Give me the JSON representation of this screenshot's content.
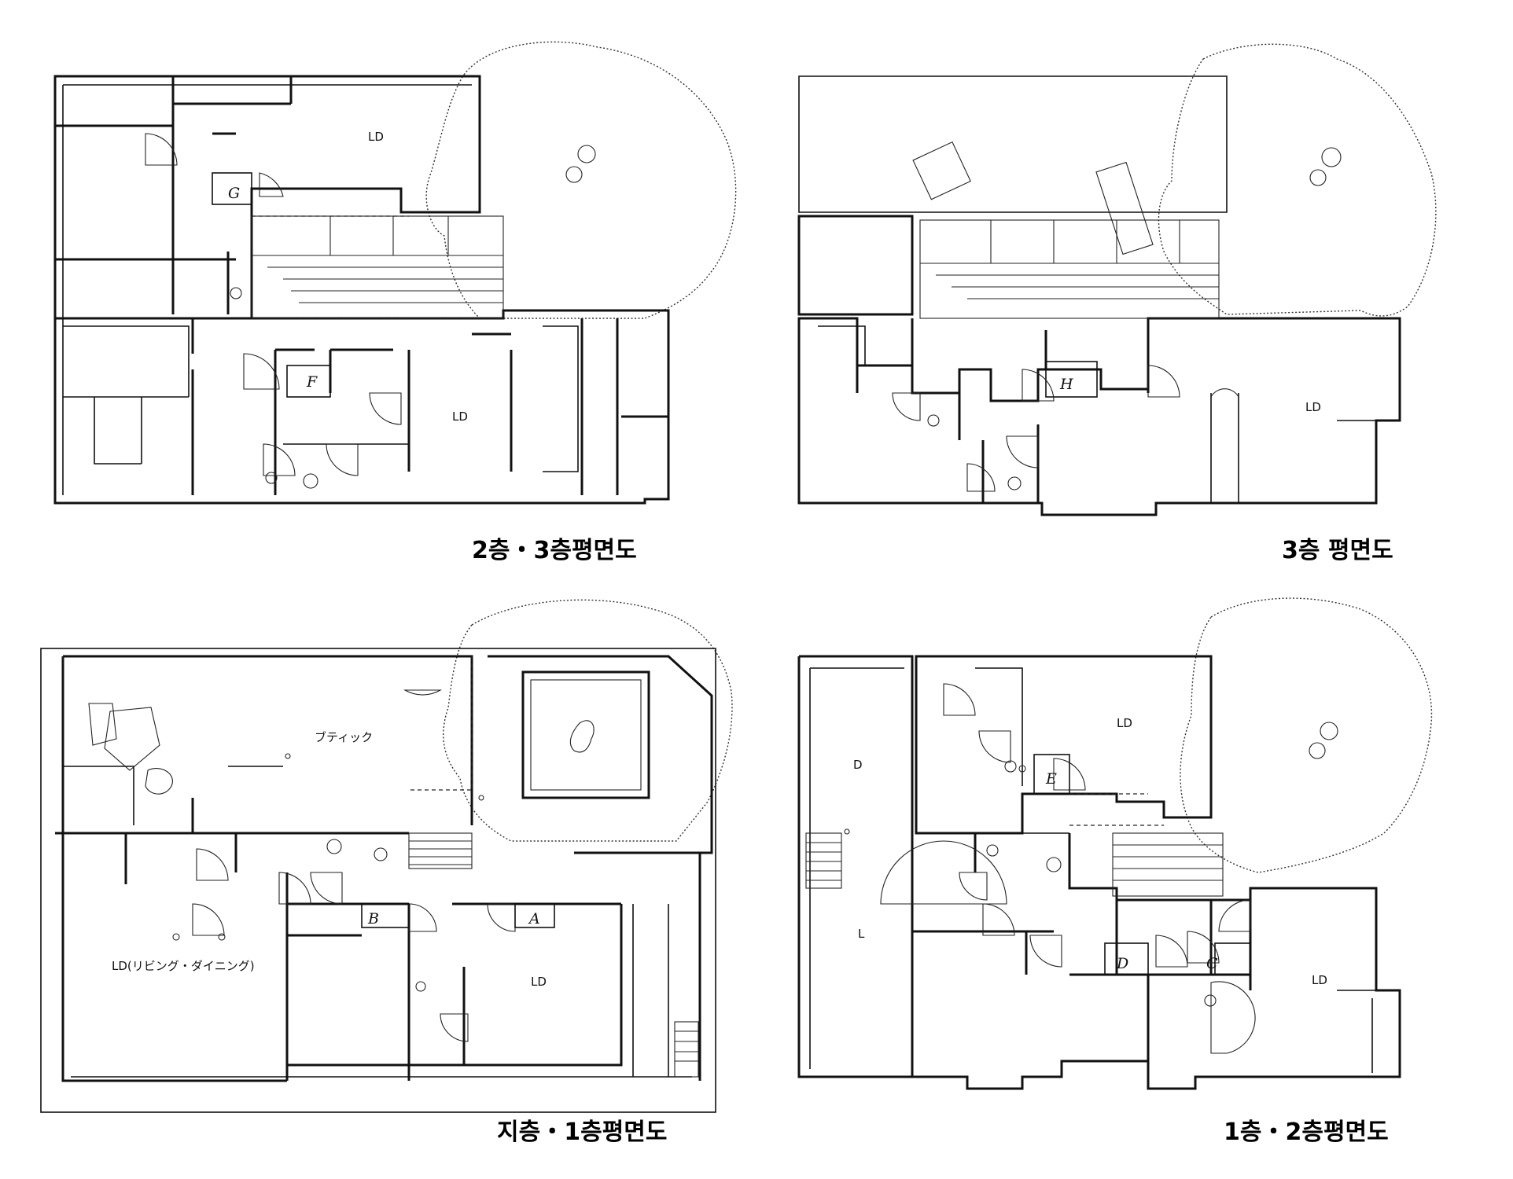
{
  "plans": [
    {
      "caption": "2층・3층평면도",
      "rooms": [
        "LD",
        "LD"
      ],
      "letters": [
        "G",
        "F"
      ]
    },
    {
      "caption": "3층 평면도",
      "rooms": [
        "LD"
      ],
      "letters": [
        "H"
      ]
    },
    {
      "caption": "지층・1층평면도",
      "rooms": [
        "ブティック",
        "LD(リビング・ダイニング)",
        "LD"
      ],
      "letters": [
        "B",
        "A"
      ]
    },
    {
      "caption": "1층・2층평면도",
      "rooms": [
        "LD",
        "D",
        "L",
        "LD"
      ],
      "letters": [
        "E",
        "D",
        "C"
      ]
    }
  ]
}
